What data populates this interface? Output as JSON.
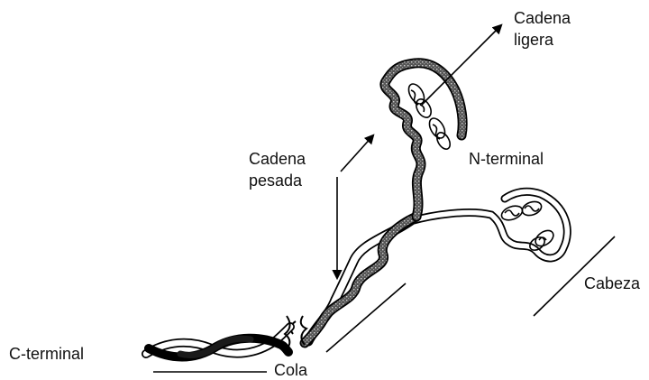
{
  "labels": {
    "light_chain": [
      "Cadena",
      "ligera"
    ],
    "heavy_chain": [
      "Cadena",
      "pesada"
    ],
    "n_terminal": "N-terminal",
    "c_terminal": "C-terminal",
    "head": "Cabeza",
    "tail": "Cola"
  }
}
